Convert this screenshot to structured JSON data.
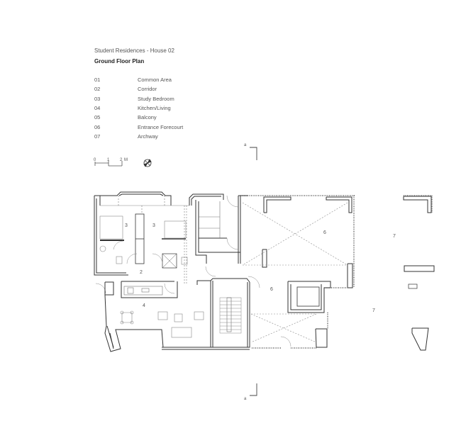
{
  "header": {
    "title": "Student Residences - House 02",
    "subtitle": "Ground Floor Plan"
  },
  "legend": [
    {
      "number": "01",
      "label": "Common Area"
    },
    {
      "number": "02",
      "label": "Corridor"
    },
    {
      "number": "03",
      "label": "Study Bedroom"
    },
    {
      "number": "04",
      "label": "Kitchen/Living"
    },
    {
      "number": "05",
      "label": "Balcony"
    },
    {
      "number": "06",
      "label": "Entrance Forecourt"
    },
    {
      "number": "07",
      "label": "Archway"
    }
  ],
  "scale_bar": {
    "ticks": [
      "0",
      "1",
      "2"
    ],
    "unit": "M"
  },
  "section_markers": {
    "top": "a",
    "bottom": "a"
  },
  "room_labels": {
    "bedroom_left": "3",
    "bedroom_right": "3",
    "corridor": "2",
    "kitchen": "4",
    "forecourt_top": "6",
    "forecourt_bottom": "6",
    "archway_right": "7",
    "archway_lower": "7"
  },
  "colors": {
    "wall": "#333333",
    "line": "#777777",
    "dashed": "#888888",
    "background": "#ffffff"
  }
}
